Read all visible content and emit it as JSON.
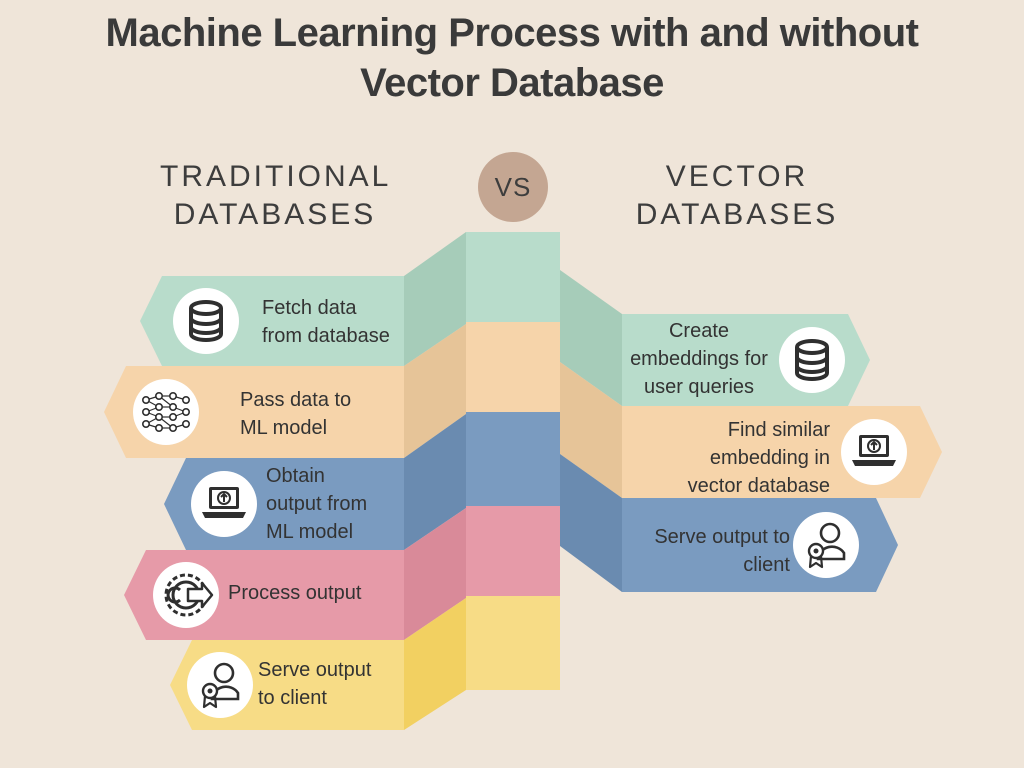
{
  "title": {
    "line1": "Machine Learning Process with and without",
    "line2": "Vector Database"
  },
  "vs_label": "VS",
  "columns": {
    "left": {
      "line1": "TRADITIONAL",
      "line2": "DATABASES"
    },
    "right": {
      "line1": "VECTOR",
      "line2": "DATABASES"
    }
  },
  "colors": {
    "background": "#efe5d9",
    "green": "#b8dccb",
    "orange": "#f6d4aa",
    "blue": "#7a9bc0",
    "pink": "#e69aa8",
    "yellow": "#f7dc86",
    "icon_circle": "#ffffff",
    "icon_stroke": "#2f2f2f"
  },
  "traditional_steps": [
    {
      "lines": [
        "Fetch data",
        "from database"
      ],
      "icon": "database-icon",
      "color": "green"
    },
    {
      "lines": [
        "Pass data to",
        "ML model"
      ],
      "icon": "neural-network-icon",
      "color": "orange"
    },
    {
      "lines": [
        "Obtain",
        "output from",
        "ML model"
      ],
      "icon": "laptop-upload-icon",
      "color": "blue"
    },
    {
      "lines": [
        "Process output"
      ],
      "icon": "process-gear-icon",
      "color": "pink"
    },
    {
      "lines": [
        "Serve output",
        "to client"
      ],
      "icon": "user-award-icon",
      "color": "yellow"
    }
  ],
  "vector_steps": [
    {
      "lines": [
        "Create",
        "embeddings for",
        "user queries"
      ],
      "icon": "database-icon",
      "color": "green"
    },
    {
      "lines": [
        "Find similar",
        "embedding in",
        "vector database"
      ],
      "icon": "laptop-upload-icon",
      "color": "orange"
    },
    {
      "lines": [
        "Serve output to",
        "client"
      ],
      "icon": "user-award-icon",
      "color": "blue"
    }
  ]
}
